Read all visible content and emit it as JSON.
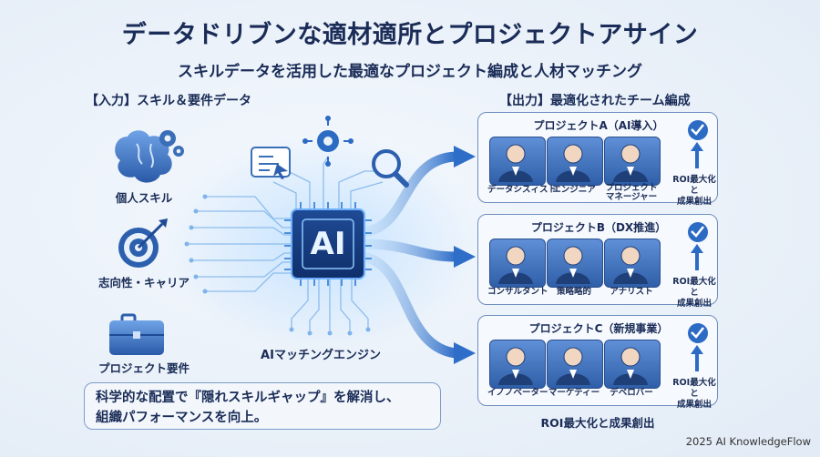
{
  "title": "データドリブンな適材適所とプロジェクトアサイン",
  "subtitle": "スキルデータを活用した最適なプロジェクト編成と人材マッチング",
  "input": {
    "heading": "【入力】スキル＆要件データ",
    "items": [
      {
        "label": "個人スキル",
        "icon": "brain-gears-icon"
      },
      {
        "label": "志向性・キャリア",
        "icon": "target-icon"
      },
      {
        "label": "プロジェクト要件",
        "icon": "briefcase-icon"
      }
    ]
  },
  "engine": {
    "chip_text": "AI",
    "label": "AIマッチングエンジン"
  },
  "callout": {
    "line1": "科学的な配置で『隠れスキルギャップ』を解消し、",
    "line2": "組織パフォーマンスを向上。"
  },
  "output": {
    "heading": "【出力】最適化されたチーム編成",
    "projects": [
      {
        "title": "プロジェクトA（AI導入）",
        "roles": [
          "データシスィスト",
          "エンジニア",
          "プロジェクト\nマネージャー"
        ],
        "roi": "ROI最大化と\n成果創出"
      },
      {
        "title": "プロジェクトB（DX推進）",
        "roles": [
          "コンサルタント",
          "策略略的",
          "アナリスト"
        ],
        "roi": "ROI最大化と\n成果創出"
      },
      {
        "title": "プロジェクトC（新規事業）",
        "roles": [
          "イノノベーター",
          "マーケティー",
          "デベロバー"
        ],
        "roi": "ROI最大化と\n成果創出"
      }
    ],
    "bottom_label": "ROI最大化と成果創出"
  },
  "footer": "2025 AI KnowledgeFlow",
  "colors": {
    "navy": "#1a2c57",
    "blue": "#2c6bc4",
    "light_blue": "#5fa8f0"
  }
}
